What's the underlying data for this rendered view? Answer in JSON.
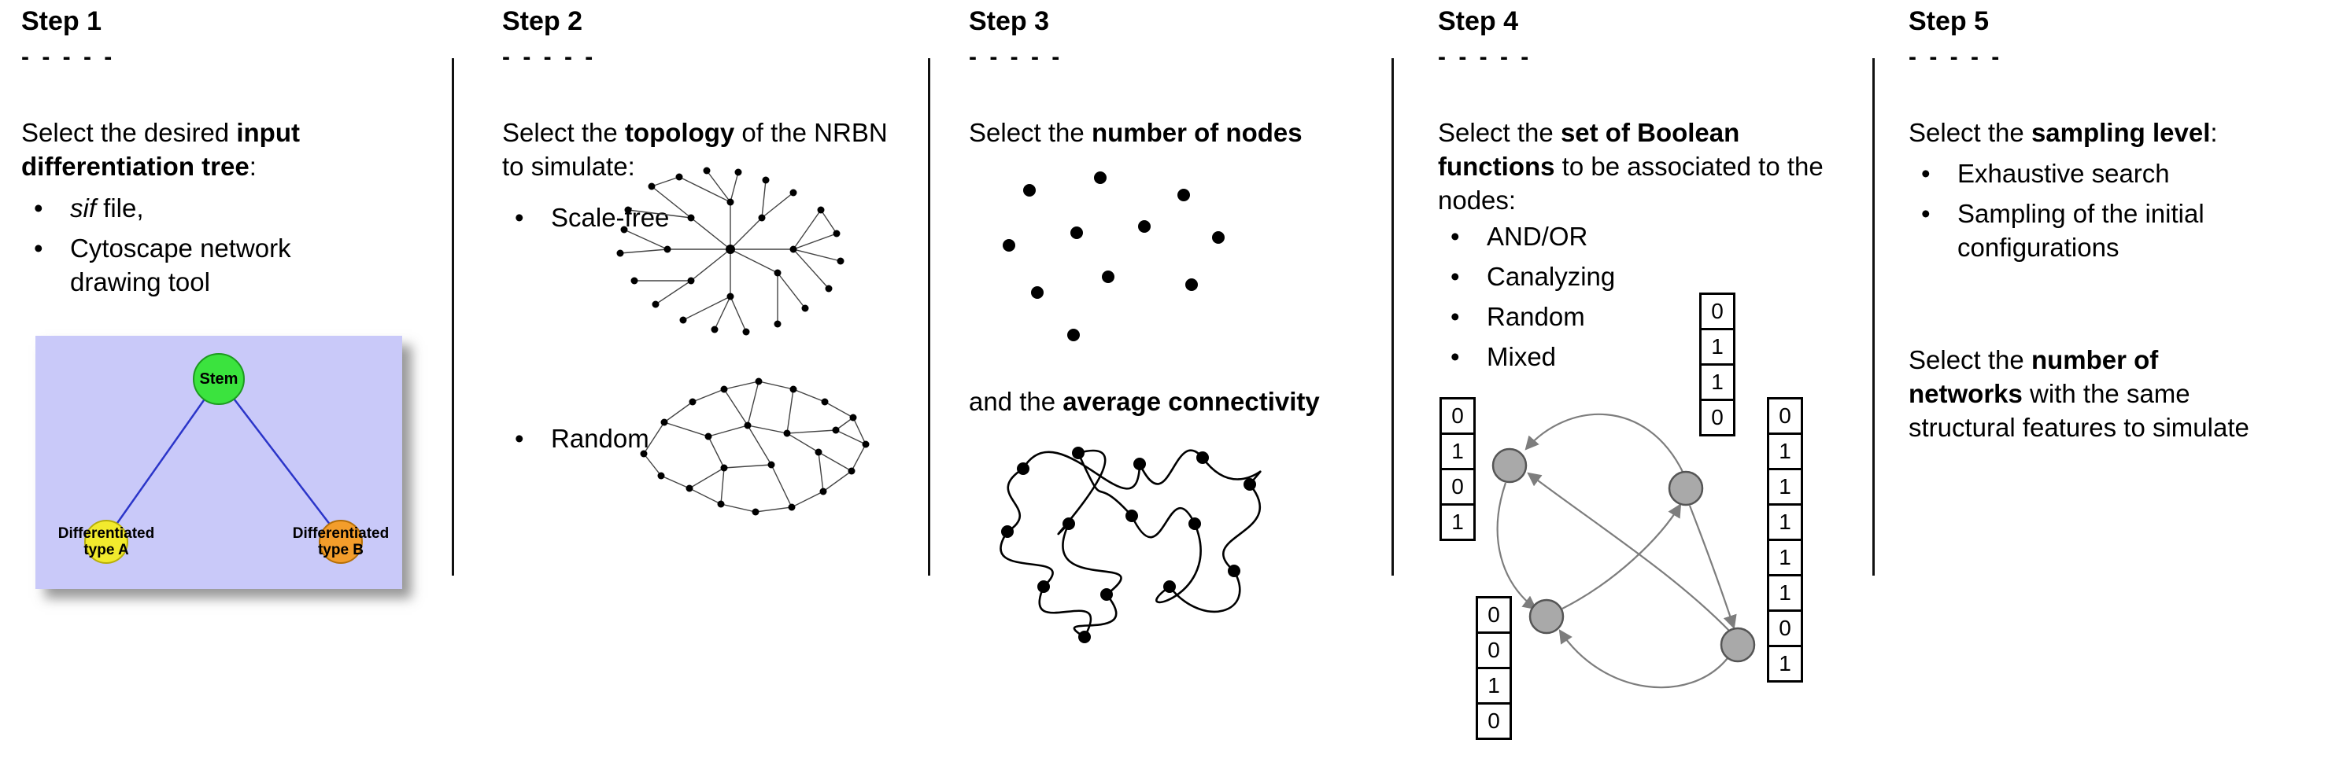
{
  "colors": {
    "stem_node": "#3be33e",
    "type_a_node": "#f2ea2d",
    "type_b_node": "#f39d2b",
    "tree_background": "#c9c9f9",
    "tree_edge": "#2b35c9",
    "boolean_node_fill": "#a9a9a9",
    "arrow": "#7d7d7d",
    "text": "#000000"
  },
  "steps": {
    "step1": {
      "title": "Step 1",
      "dashes": "- - - - -",
      "intro": {
        "pre": "Select the desired ",
        "bold": "input differentiation tree",
        "post": ":"
      },
      "bullets": [
        {
          "italic": "sif",
          "rest": " file,"
        },
        {
          "text": "Cytoscape network drawing tool"
        }
      ],
      "tree": {
        "root_label": "Stem",
        "left_label": "Differentiated type A",
        "right_label": "Differentiated type B"
      }
    },
    "step2": {
      "title": "Step 2",
      "dashes": "- - - - -",
      "intro": {
        "pre": "Select the ",
        "bold": "topology",
        "post": " of the NRBN to simulate:"
      },
      "bullets": [
        {
          "text": "Scale-free"
        },
        {
          "text": "Random"
        }
      ]
    },
    "step3": {
      "title": "Step 3",
      "dashes": "- - - - -",
      "line1": {
        "pre": "Select the ",
        "bold": "number of nodes"
      },
      "line2": {
        "pre": "and the ",
        "bold": "average connectivity"
      }
    },
    "step4": {
      "title": "Step 4",
      "dashes": "- - - - -",
      "intro": {
        "pre": "Select the ",
        "bold": "set of Boolean functions",
        "post": " to be associated to the nodes:"
      },
      "bullets": [
        {
          "text": "AND/OR"
        },
        {
          "text": "Canalyzing"
        },
        {
          "text": "Random"
        },
        {
          "text": "Mixed"
        }
      ],
      "tables": {
        "left": [
          "0",
          "1",
          "0",
          "1"
        ],
        "top": [
          "0",
          "1",
          "1",
          "0"
        ],
        "bottom": [
          "0",
          "0",
          "1",
          "0"
        ],
        "right": [
          "0",
          "1",
          "1",
          "1",
          "1",
          "1",
          "0",
          "1"
        ]
      }
    },
    "step5": {
      "title": "Step 5",
      "dashes": "- - - - -",
      "line1": {
        "pre": "Select the ",
        "bold": "sampling level",
        "post": ":"
      },
      "bullets": [
        {
          "text": "Exhaustive search"
        },
        {
          "text": "Sampling of the initial configurations"
        }
      ],
      "line2": {
        "l1_pre": "Select the ",
        "l1_bold": "number of",
        "l2_bold": "networks",
        "l2_rest": " with the same",
        "l3": "structural features to simulate"
      }
    }
  }
}
